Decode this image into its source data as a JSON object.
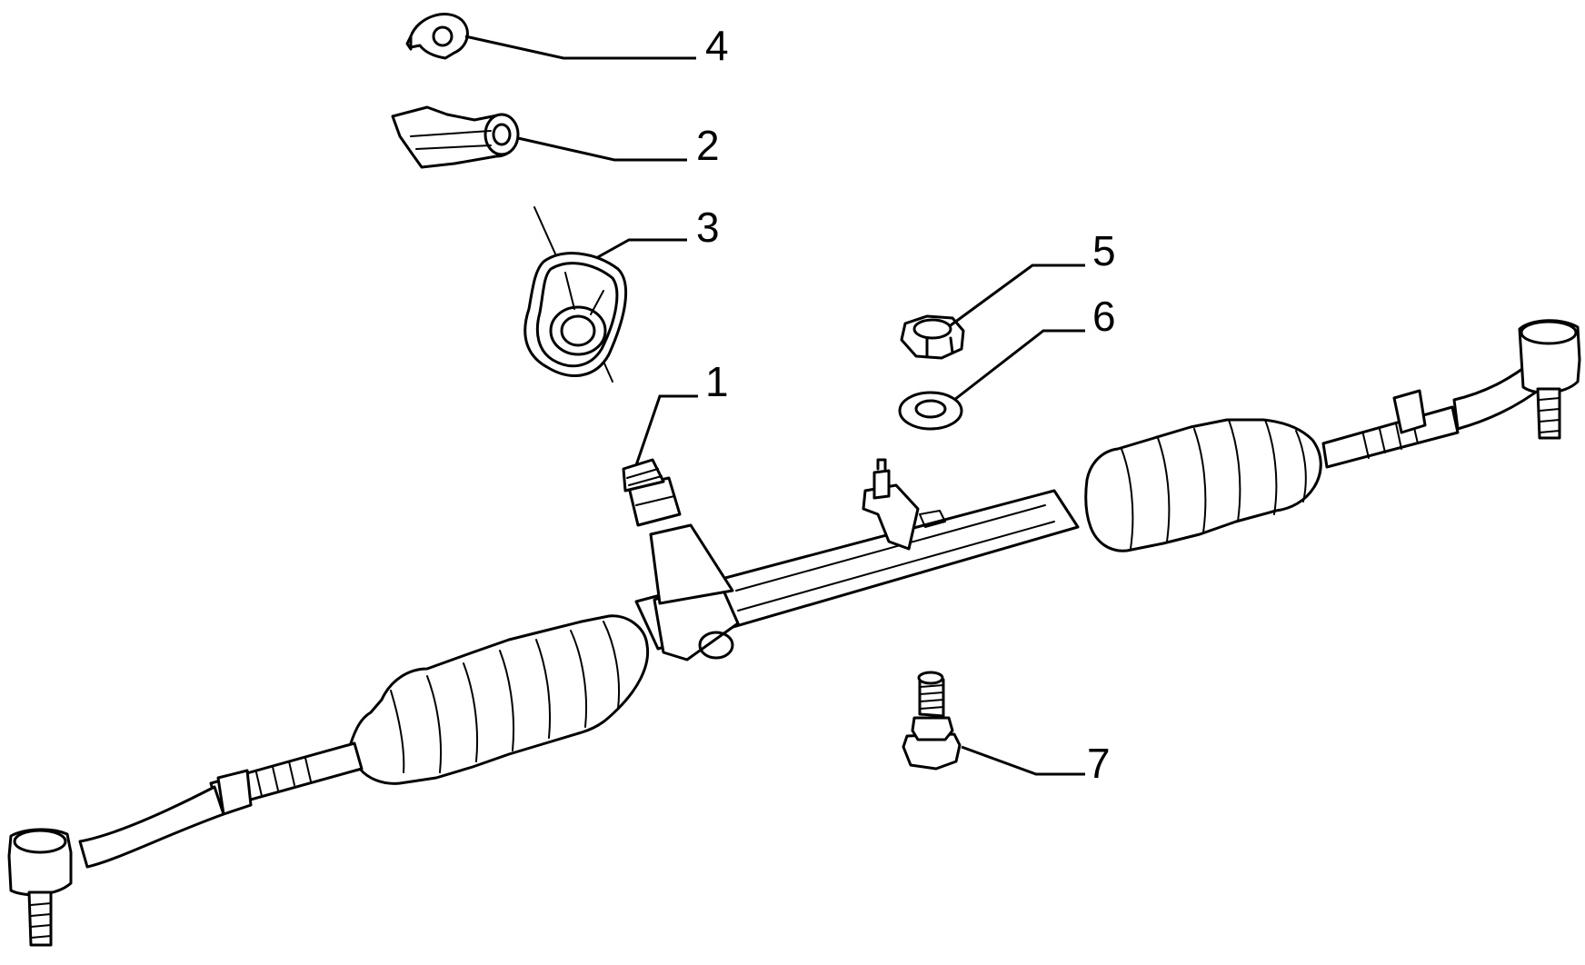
{
  "diagram": {
    "callouts": [
      {
        "id": "1",
        "label": "1"
      },
      {
        "id": "2",
        "label": "2"
      },
      {
        "id": "3",
        "label": "3"
      },
      {
        "id": "4",
        "label": "4"
      },
      {
        "id": "5",
        "label": "5"
      },
      {
        "id": "6",
        "label": "6"
      },
      {
        "id": "7",
        "label": "7"
      }
    ],
    "parts": [
      {
        "id": "1",
        "icon": "steering-rack-icon"
      },
      {
        "id": "2",
        "icon": "bracket-clip-icon"
      },
      {
        "id": "3",
        "icon": "pinion-seal-icon"
      },
      {
        "id": "4",
        "icon": "retaining-clip-icon"
      },
      {
        "id": "5",
        "icon": "hex-nut-icon"
      },
      {
        "id": "6",
        "icon": "washer-icon"
      },
      {
        "id": "7",
        "icon": "flange-bolt-icon"
      }
    ]
  }
}
